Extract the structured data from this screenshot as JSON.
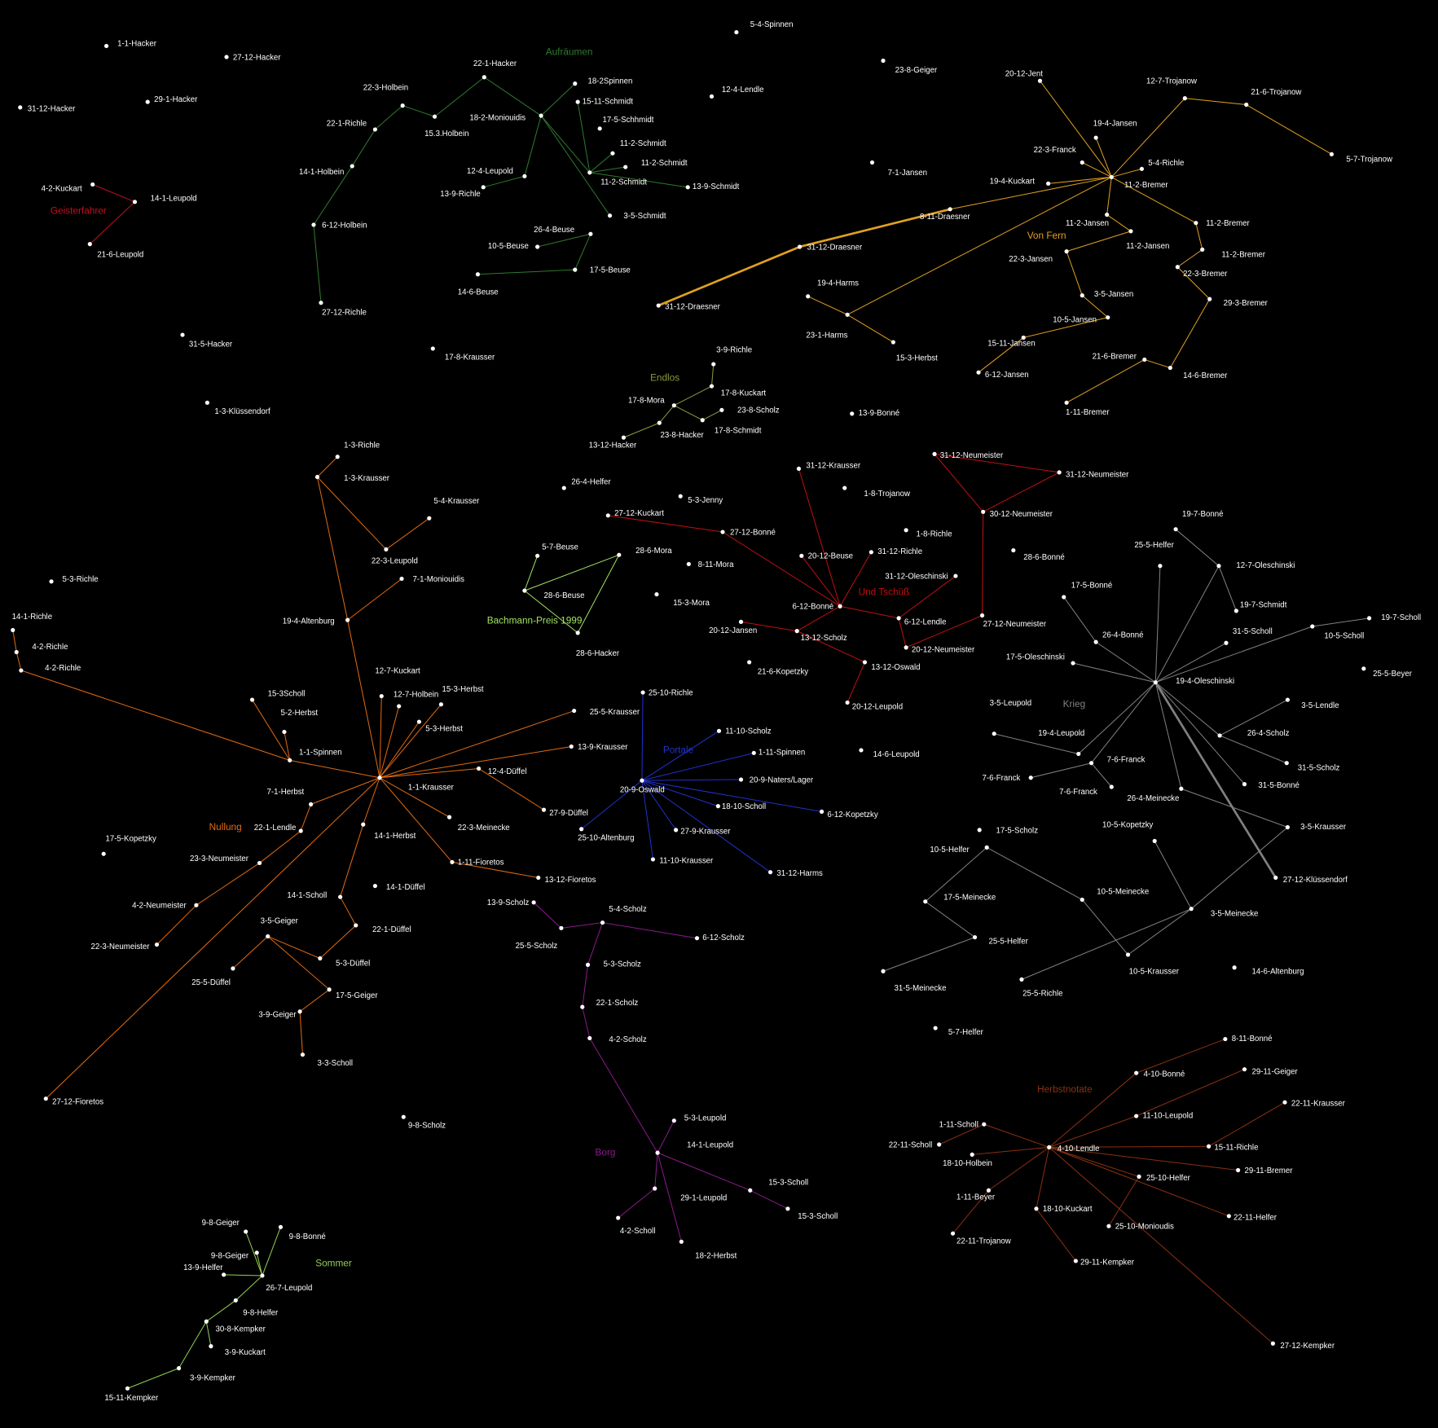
{
  "groups": [
    {
      "key": "aufraeumen",
      "title": "Aufräumen",
      "color": "#2e7a2e",
      "nodes": [
        "22-1-Hacker",
        "22-3-Holbein",
        "15.3.Holbein",
        "22-1-Richle",
        "14-1-Holbein",
        "6-12-Holbein",
        "27-12-Richle",
        "18-2-Moniouidis",
        "18-2Spinnen",
        "15-11-Schmidt",
        "17-5-Schhmidt",
        "11-2-Schmidt",
        "11-2-Schmidt",
        "11-2-Schmidt",
        "13-9-Schmidt",
        "3-5-Schmidt",
        "12-4-Leupold",
        "13-9-Richle",
        "26-4-Beuse",
        "10-5-Beuse",
        "17-5-Beuse",
        "14-6-Beuse"
      ],
      "edges": [
        [
          0,
          2
        ],
        [
          0,
          7
        ],
        [
          1,
          2
        ],
        [
          1,
          3
        ],
        [
          3,
          4
        ],
        [
          4,
          5
        ],
        [
          5,
          6
        ],
        [
          7,
          8
        ],
        [
          7,
          16
        ],
        [
          7,
          13
        ],
        [
          7,
          15
        ],
        [
          9,
          13
        ],
        [
          13,
          12
        ],
        [
          13,
          14
        ],
        [
          13,
          11
        ],
        [
          16,
          17
        ],
        [
          18,
          19
        ],
        [
          18,
          20
        ],
        [
          20,
          21
        ]
      ]
    },
    {
      "key": "geisterfahrer",
      "title": "Geisterfahrer",
      "color": "#c01020",
      "nodes": [
        "4-2-Kuckart",
        "14-1-Leupold",
        "21-6-Leupold"
      ],
      "edges": [
        [
          0,
          1
        ],
        [
          1,
          2
        ]
      ]
    },
    {
      "key": "vonfern",
      "title": "Von Fern",
      "color": "#e0a020",
      "nodes": [
        "20-12-Jent",
        "12-7-Trojanow",
        "21-6-Trojanow",
        "5-7-Trojanow",
        "19-4-Jansen",
        "22-3-Franck",
        "5-4-Richle",
        "11-2-Bremer",
        "19-4-Kuckart",
        "8-11-Draesner",
        "31-12-Draesner",
        "31-12-Draesner",
        "11-2-Jansen",
        "11-2-Jansen",
        "11-2-Bremer",
        "22-3-Jansen",
        "11-2-Bremer",
        "22-3-Bremer",
        "3-5-Jansen",
        "29-3-Bremer",
        "10-5-Jansen",
        "15-11-Jansen",
        "6-12-Jansen",
        "21-6-Bremer",
        "14-6-Bremer",
        "1-11-Bremer",
        "19-4-Harms",
        "23-1-Harms",
        "15-3-Herbst"
      ],
      "edges": [
        [
          0,
          7
        ],
        [
          1,
          7
        ],
        [
          1,
          2
        ],
        [
          2,
          3
        ],
        [
          4,
          7
        ],
        [
          5,
          7
        ],
        [
          6,
          7
        ],
        [
          8,
          7
        ],
        [
          9,
          7
        ],
        [
          9,
          10
        ],
        [
          10,
          11
        ],
        [
          7,
          27
        ],
        [
          7,
          12
        ],
        [
          12,
          13
        ],
        [
          13,
          15
        ],
        [
          15,
          18
        ],
        [
          18,
          20
        ],
        [
          20,
          21
        ],
        [
          21,
          22
        ],
        [
          7,
          14
        ],
        [
          14,
          16
        ],
        [
          16,
          17
        ],
        [
          17,
          19
        ],
        [
          19,
          24
        ],
        [
          24,
          23
        ],
        [
          23,
          25
        ],
        [
          26,
          27
        ],
        [
          27,
          28
        ]
      ]
    },
    {
      "key": "endlos",
      "title": "Endlos",
      "color": "#8a9a40",
      "nodes": [
        "3-9-Richle",
        "17-8-Kuckart",
        "17-8-Mora",
        "23-8-Scholz",
        "17-8-Schmidt",
        "23-8-Hacker",
        "13-12-Hacker"
      ],
      "edges": [
        [
          0,
          1
        ],
        [
          1,
          2
        ],
        [
          2,
          4
        ],
        [
          4,
          3
        ],
        [
          2,
          5
        ],
        [
          5,
          6
        ]
      ]
    },
    {
      "key": "nullung",
      "title": "Nullung",
      "color": "#e06a10",
      "nodes": [
        "1-3-Richle",
        "1-3-Krausser",
        "5-4-Krausser",
        "22-3-Leupold",
        "7-1-Moniouidis",
        "19-4-Altenburg",
        "1-1-Krausser",
        "1-1-Spinnen",
        "15-3Scholl",
        "5-2-Herbst",
        "12-7-Kuckart",
        "12-7-Holbein",
        "15-3-Herbst",
        "5-3-Herbst",
        "25-5-Krausser",
        "13-9-Krausser",
        "12-4-Düffel",
        "27-9-Düffel",
        "22-3-Meinecke",
        "1-11-Fioretos",
        "13-12-Fioretos",
        "7-1-Herbst",
        "22-1-Lendle",
        "14-1-Herbst",
        "23-3-Neumeister",
        "4-2-Neumeister",
        "22-3-Neumeister",
        "14-1-Scholl",
        "14-1-Düffel",
        "22-1-Düffel",
        "3-5-Geiger",
        "5-3-Düffel",
        "25-5-Düffel",
        "17-5-Geiger",
        "3-9-Geiger",
        "3-3-Scholl",
        "27-12-Fioretos",
        "14-1-Richle",
        "4-2-Richle",
        "4-2-Richle"
      ],
      "edges": [
        [
          0,
          1
        ],
        [
          1,
          3
        ],
        [
          1,
          5
        ],
        [
          2,
          3
        ],
        [
          4,
          5
        ],
        [
          5,
          6
        ],
        [
          6,
          7
        ],
        [
          8,
          7
        ],
        [
          9,
          7
        ],
        [
          10,
          6
        ],
        [
          11,
          6
        ],
        [
          12,
          6
        ],
        [
          13,
          6
        ],
        [
          14,
          6
        ],
        [
          15,
          6
        ],
        [
          6,
          16
        ],
        [
          16,
          17
        ],
        [
          6,
          18
        ],
        [
          6,
          19
        ],
        [
          19,
          20
        ],
        [
          6,
          21
        ],
        [
          21,
          22
        ],
        [
          6,
          23
        ],
        [
          22,
          24
        ],
        [
          24,
          25
        ],
        [
          25,
          26
        ],
        [
          23,
          27
        ],
        [
          27,
          29
        ],
        [
          29,
          31
        ],
        [
          30,
          31
        ],
        [
          30,
          32
        ],
        [
          30,
          33
        ],
        [
          33,
          34
        ],
        [
          34,
          35
        ],
        [
          6,
          36
        ],
        [
          37,
          38
        ],
        [
          38,
          39
        ],
        [
          39,
          7
        ]
      ]
    },
    {
      "key": "bachmann",
      "title": "Bachmann-Preis 1999",
      "color": "#a0e060",
      "nodes": [
        "5-7-Beuse",
        "28-6-Mora",
        "28-6-Beuse",
        "28-6-Hacker"
      ],
      "edges": [
        [
          0,
          2
        ],
        [
          2,
          1
        ],
        [
          1,
          3
        ],
        [
          2,
          3
        ]
      ]
    },
    {
      "key": "tschuess",
      "title": "Und Tschüß",
      "color": "#c01010",
      "nodes": [
        "31-12-Krausser",
        "20-12-Beuse",
        "31-12-Richle",
        "31-12-Oleschinski",
        "6-12-Bonné",
        "27-12-Bonné",
        "27-12-Kuckart",
        "20-12-Jansen",
        "13-12-Scholz",
        "13-12-Oswald",
        "20-12-Leupold",
        "6-12-Lendle",
        "20-12-Neumeister",
        "27-12-Neumeister",
        "30-12-Neumeister",
        "31-12-Neumeister",
        "31-12-Neumeister"
      ],
      "edges": [
        [
          0,
          4
        ],
        [
          1,
          4
        ],
        [
          2,
          4
        ],
        [
          3,
          11
        ],
        [
          4,
          5
        ],
        [
          5,
          6
        ],
        [
          4,
          11
        ],
        [
          4,
          8
        ],
        [
          7,
          8
        ],
        [
          8,
          9
        ],
        [
          9,
          10
        ],
        [
          11,
          12
        ],
        [
          12,
          13
        ],
        [
          13,
          14
        ],
        [
          14,
          15
        ],
        [
          14,
          16
        ],
        [
          15,
          16
        ]
      ]
    },
    {
      "key": "portale",
      "title": "Portale",
      "color": "#2030cc",
      "nodes": [
        "20-9-Oswald",
        "25-10-Richle",
        "11-10-Scholz",
        "1-11-Spinnen",
        "20-9-Naters/Lager",
        "18-10-Scholl",
        "6-12-Kopetzky",
        "27-9-Krausser",
        "11-10-Krausser",
        "31-12-Harms",
        "25-10-Altenburg"
      ],
      "edges": [
        [
          0,
          1
        ],
        [
          0,
          2
        ],
        [
          0,
          3
        ],
        [
          0,
          4
        ],
        [
          0,
          5
        ],
        [
          0,
          6
        ],
        [
          0,
          7
        ],
        [
          0,
          8
        ],
        [
          0,
          9
        ],
        [
          0,
          10
        ]
      ]
    },
    {
      "key": "borg",
      "title": "Borg",
      "color": "#8a1a8a",
      "nodes": [
        "13-9-Scholz",
        "25-5-Scholz",
        "5-4-Scholz",
        "6-12-Scholz",
        "5-3-Scholz",
        "22-1-Scholz",
        "4-2-Scholz",
        "5-3-Leupold",
        "14-1-Leupold",
        "15-3-Scholl",
        "15-3-Scholl",
        "29-1-Leupold",
        "4-2-Scholl",
        "18-2-Herbst"
      ],
      "edges": [
        [
          0,
          1
        ],
        [
          1,
          2
        ],
        [
          2,
          3
        ],
        [
          2,
          4
        ],
        [
          4,
          5
        ],
        [
          5,
          6
        ],
        [
          6,
          8
        ],
        [
          7,
          8
        ],
        [
          8,
          9
        ],
        [
          9,
          10
        ],
        [
          8,
          11
        ],
        [
          11,
          12
        ],
        [
          8,
          13
        ]
      ]
    },
    {
      "key": "krieg",
      "title": "Krieg",
      "color": "#808080",
      "nodes": [
        "19-4-Oleschinski",
        "19-7-Bonné",
        "12-7-Oleschinski",
        "25-5-Helfer",
        "19-7-Schmidt",
        "17-5-Bonné",
        "26-4-Bonné",
        "31-5-Scholl",
        "10-5-Scholl",
        "19-7-Scholl",
        "17-5-Oleschinski",
        "3-5-Leupold",
        "19-4-Leupold",
        "7-6-Franck",
        "7-6-Franck",
        "7-6-Franck",
        "3-5-Lendle",
        "26-4-Scholz",
        "31-5-Scholz",
        "31-5-Bonné",
        "26-4-Meinecke",
        "3-5-Krausser",
        "27-12-Klüssendorf",
        "17-5-Scholz",
        "10-5-Helfer",
        "17-5-Meinecke",
        "25-5-Helfer",
        "31-5-Meinecke",
        "10-5-Meinecke",
        "10-5-Kopetzky",
        "3-5-Meinecke",
        "10-5-Krausser",
        "25-5-Richle"
      ],
      "edges": [
        [
          1,
          2
        ],
        [
          2,
          4
        ],
        [
          2,
          0
        ],
        [
          3,
          0
        ],
        [
          5,
          6
        ],
        [
          6,
          0
        ],
        [
          7,
          0
        ],
        [
          0,
          8
        ],
        [
          8,
          9
        ],
        [
          10,
          0
        ],
        [
          11,
          12
        ],
        [
          12,
          0
        ],
        [
          13,
          0
        ],
        [
          13,
          14
        ],
        [
          13,
          15
        ],
        [
          0,
          17
        ],
        [
          17,
          16
        ],
        [
          17,
          18
        ],
        [
          0,
          19
        ],
        [
          0,
          20
        ],
        [
          20,
          21
        ],
        [
          0,
          22
        ],
        [
          24,
          25
        ],
        [
          24,
          28
        ],
        [
          25,
          26
        ],
        [
          26,
          27
        ],
        [
          28,
          31
        ],
        [
          29,
          30
        ],
        [
          30,
          21
        ],
        [
          30,
          31
        ],
        [
          30,
          32
        ]
      ]
    },
    {
      "key": "herbstnotate",
      "title": "Herbstnotate",
      "color": "#8a3010",
      "nodes": [
        "4-10-Lendle",
        "8-11-Bonné",
        "4-10-Bonné",
        "29-11-Geiger",
        "22-11-Krausser",
        "11-10-Leupold",
        "15-11-Richle",
        "1-11-Scholl",
        "22-11-Scholl",
        "18-10-Holbein",
        "29-11-Bremer",
        "25-10-Helfer",
        "1-11-Beyer",
        "18-10-Kuckart",
        "22-11-Helfer",
        "25-10-Monioudis",
        "22-11-Trojanow",
        "29-11-Kempker",
        "27-12-Kempker"
      ],
      "edges": [
        [
          0,
          2
        ],
        [
          2,
          1
        ],
        [
          0,
          5
        ],
        [
          5,
          3
        ],
        [
          0,
          6
        ],
        [
          6,
          4
        ],
        [
          0,
          7
        ],
        [
          7,
          8
        ],
        [
          0,
          9
        ],
        [
          0,
          10
        ],
        [
          0,
          11
        ],
        [
          11,
          15
        ],
        [
          0,
          12
        ],
        [
          12,
          16
        ],
        [
          0,
          13
        ],
        [
          13,
          17
        ],
        [
          0,
          14
        ],
        [
          0,
          18
        ]
      ]
    },
    {
      "key": "sommer",
      "title": "Sommer",
      "color": "#90d050",
      "nodes": [
        "9-8-Geiger",
        "9-8-Bonné",
        "9-8-Geiger",
        "13-9-Helfer",
        "26-7-Leupold",
        "9-8-Helfer",
        "30-8-Kempker",
        "3-9-Kuckart",
        "3-9-Kempker",
        "15-11-Kempker"
      ],
      "edges": [
        [
          0,
          4
        ],
        [
          1,
          4
        ],
        [
          2,
          4
        ],
        [
          3,
          4
        ],
        [
          4,
          5
        ],
        [
          5,
          6
        ],
        [
          6,
          7
        ],
        [
          6,
          8
        ],
        [
          8,
          9
        ]
      ]
    }
  ],
  "unconnected": [
    "1-1-Hacker",
    "27-12-Hacker",
    "29-1-Hacker",
    "31-12-Hacker",
    "5-4-Spinnen",
    "12-4-Lendle",
    "23-8-Geiger",
    "7-1-Jansen",
    "31-5-Hacker",
    "17-8-Krausser",
    "1-3-Klüssendorf",
    "13-9-Bonné",
    "5-3-Richle",
    "26-4-Helfer",
    "5-3-Jenny",
    "1-8-Trojanow",
    "1-8-Richle",
    "28-6-Bonné",
    "8-11-Mora",
    "15-3-Mora",
    "21-6-Kopetzky",
    "14-6-Leupold",
    "17-5-Kopetzky",
    "9-8-Scholz",
    "5-7-Helfer",
    "14-6-Altenburg",
    "25-5-Beyer"
  ]
}
